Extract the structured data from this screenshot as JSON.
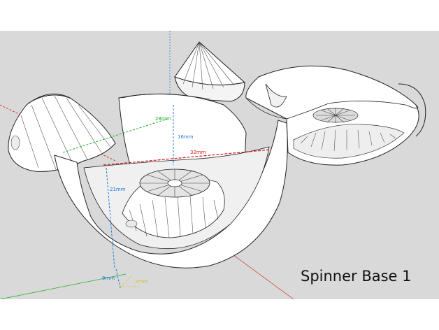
{
  "caption": "Spinner Base 1",
  "dimensions": {
    "d28": "28mm",
    "d16": "16mm",
    "d32": "32mm",
    "d21": "21mm",
    "d9": "9mm",
    "d2": "2mm"
  },
  "colors": {
    "viewport_bg": "#d9d9d9",
    "page_bg": "#ffffff",
    "model_face": "#ffffff",
    "model_edge": "#222222",
    "axis_red": "#d21a1a",
    "axis_green": "#1fae2a",
    "axis_blue": "#1f7bd8",
    "dim_yellow": "#d8c21a"
  },
  "icons": {
    "stem": "cone-piece",
    "cap": "cap-piece",
    "shell": "hemisphere-shell",
    "hub": "ribbed-hub"
  }
}
